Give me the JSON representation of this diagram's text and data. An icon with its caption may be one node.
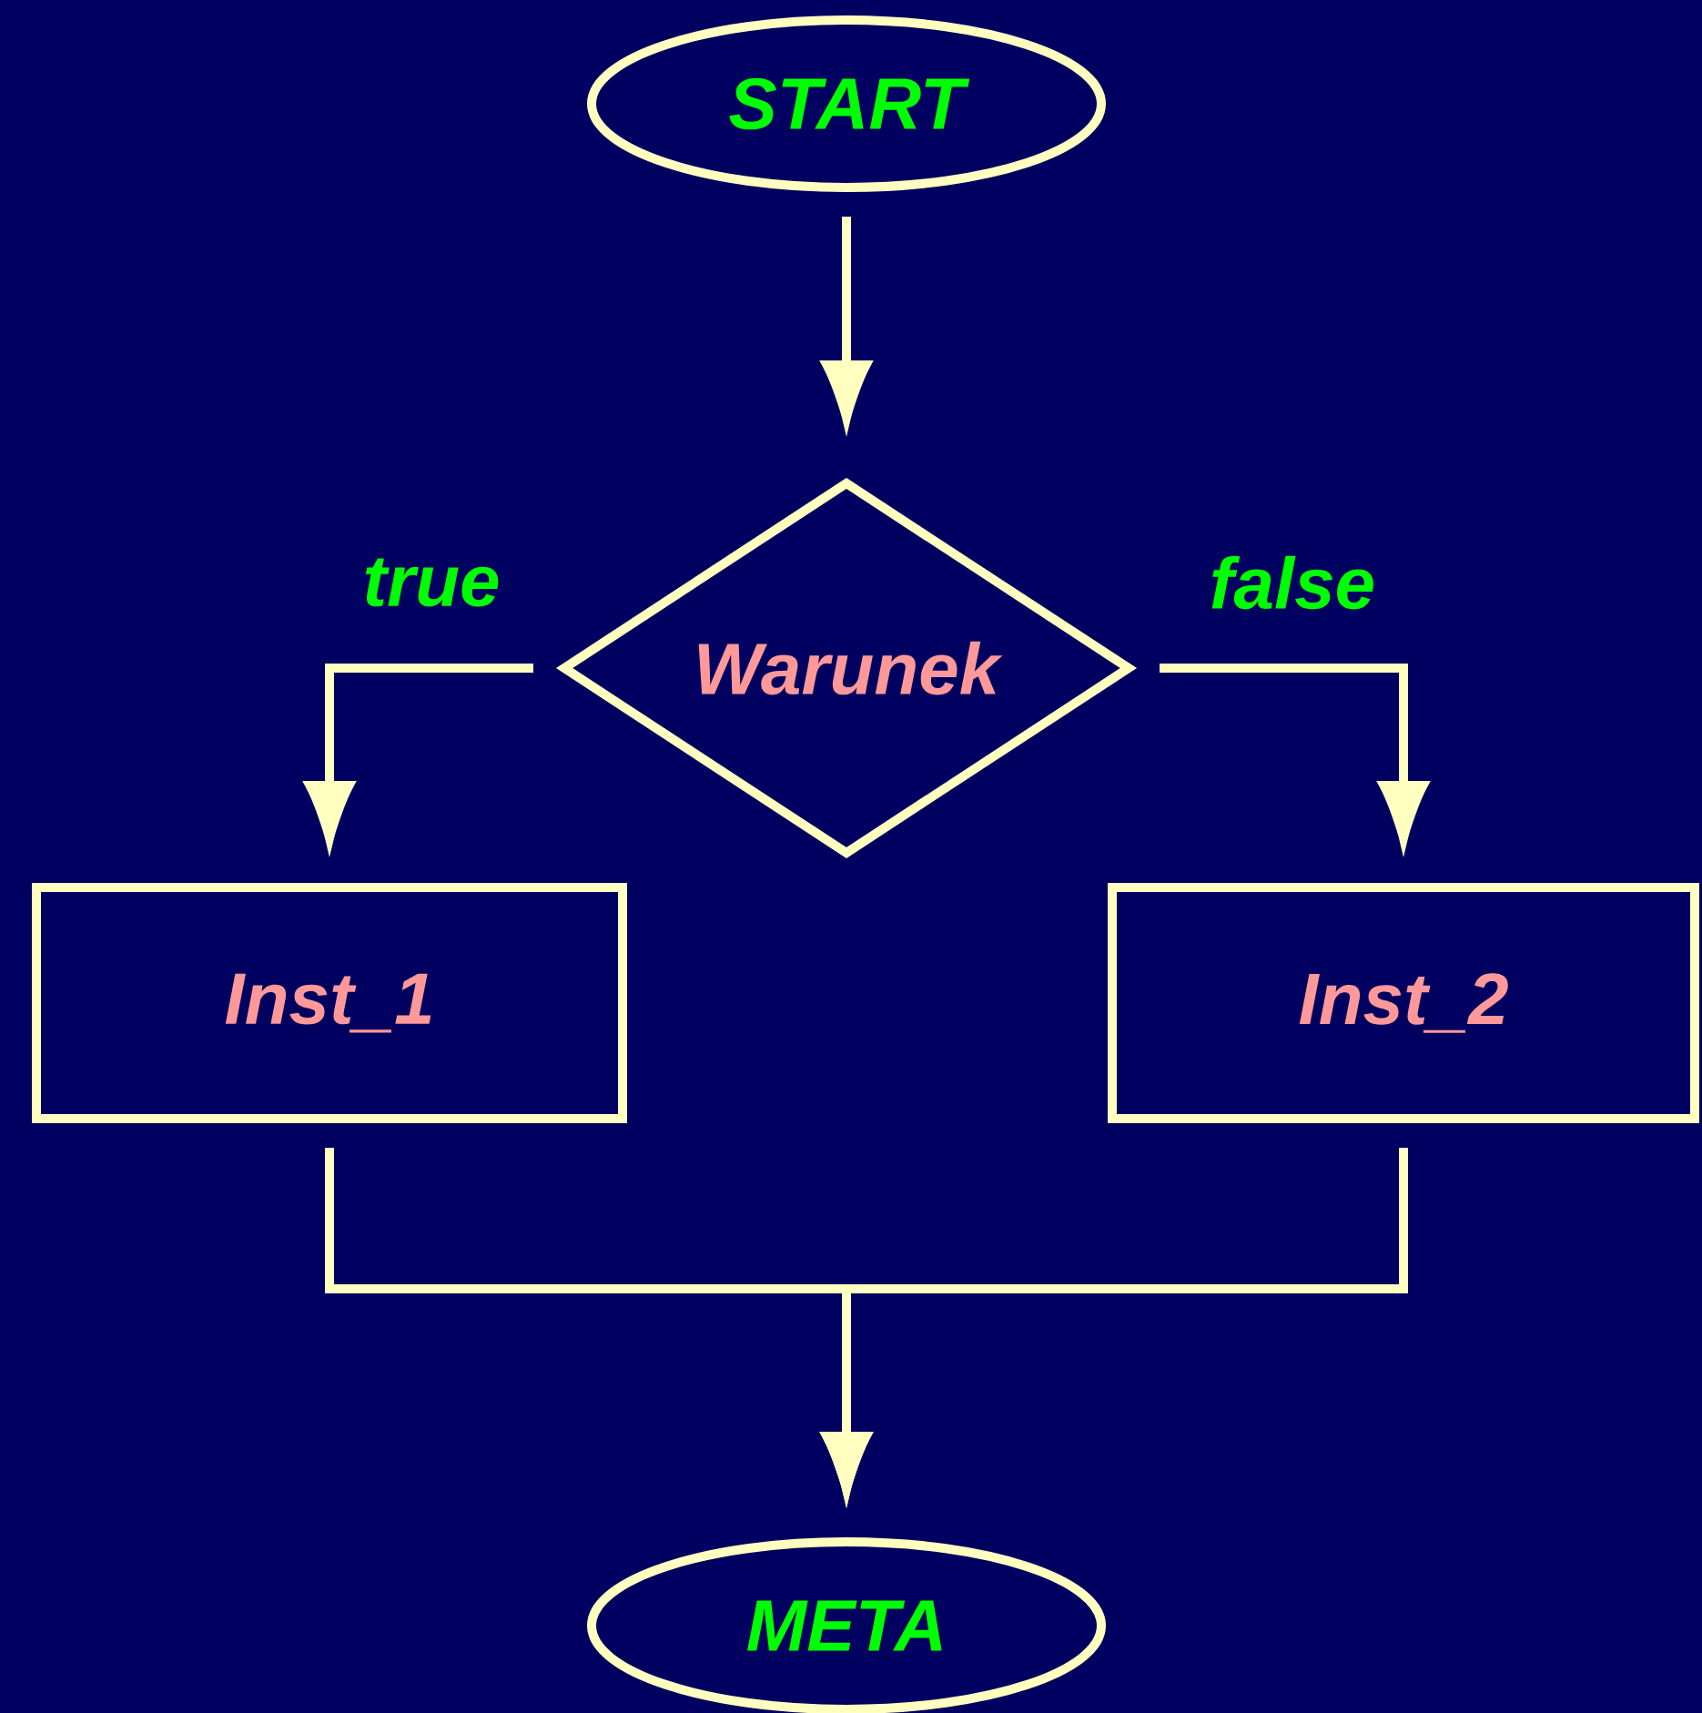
{
  "diagram": {
    "nodes": [
      {
        "text": [
          "START"
        ]
      },
      {
        "text": [
          "Warunek"
        ]
      },
      {
        "text": [
          "Inst_1"
        ]
      },
      {
        "text": [
          "Inst_2"
        ]
      },
      {
        "text": [
          "META"
        ]
      }
    ],
    "edges": [
      {
        "from": 0,
        "to": 1,
        "arrow": "to"
      },
      {
        "from": 1,
        "to": 2,
        "arrow": "to",
        "label": "true"
      },
      {
        "from": 1,
        "to": 3,
        "arrow": "to",
        "label": "false"
      },
      {
        "from": 2,
        "to": 4,
        "arrow": "to"
      },
      {
        "from": 3,
        "to": 4,
        "arrow": "to"
      }
    ]
  }
}
